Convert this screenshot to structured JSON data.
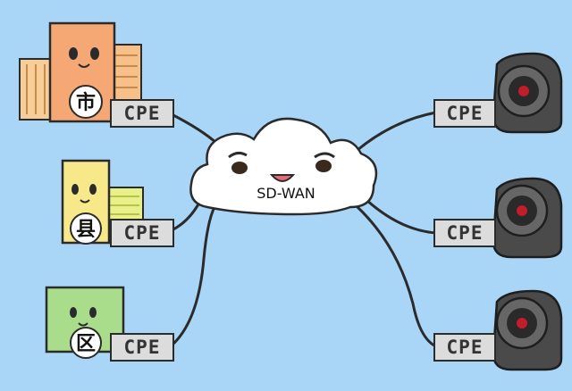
{
  "cloud": {
    "label": "SD-WAN"
  },
  "sites": [
    {
      "badge": "市",
      "cpe_label": "CPE"
    },
    {
      "badge": "县",
      "cpe_label": "CPE"
    },
    {
      "badge": "区",
      "cpe_label": "CPE"
    }
  ],
  "cameras": [
    {
      "cpe_label": "CPE"
    },
    {
      "cpe_label": "CPE"
    },
    {
      "cpe_label": "CPE"
    }
  ],
  "colors": {
    "background": "#a9d6f7",
    "city_building": "#f6a874",
    "county_building": "#f7e88a",
    "district_building": "#a9dd8c",
    "cloud": "#ffffff"
  }
}
